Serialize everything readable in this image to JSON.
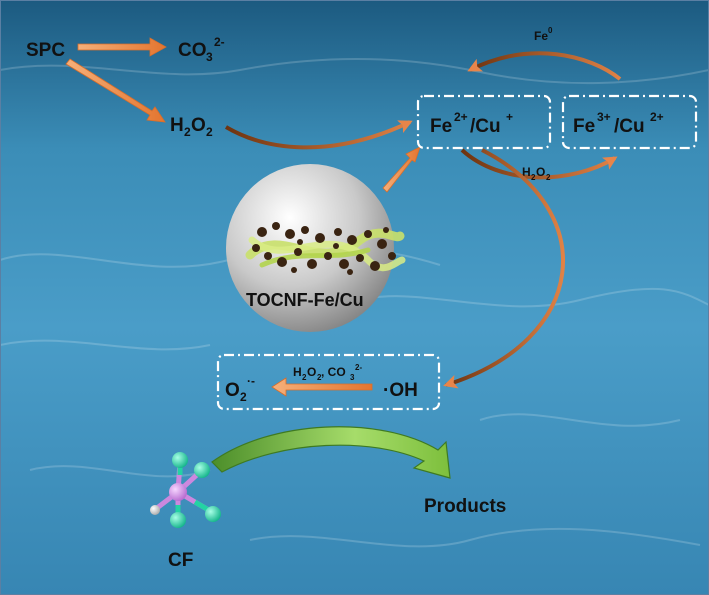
{
  "labels": {
    "spc": "SPC",
    "co3_base": "CO",
    "co3_sub": "3",
    "co3_sup": "2-",
    "h2o2_base": "H",
    "h2o2_sub": "2",
    "h2o2_end": "O",
    "h2o2_end_sub": "2",
    "fe0_base": "Fe",
    "fe0_sup": "0",
    "fe2": "Fe",
    "fe2_sup": "2+",
    "cu1": "/Cu",
    "cu1_sup": "+",
    "fe3": "Fe",
    "fe3_sup": "3+",
    "cu2": "/Cu",
    "cu2_sup": "2+",
    "h2o2_small_base": "H",
    "h2o2_small_sub": "2",
    "h2o2_small_end": "O",
    "h2o2_small_end_sub": "2",
    "catalyst": "TOCNF-Fe/Cu",
    "oh": "·OH",
    "o2_base": "O",
    "o2_sub": "2",
    "o2_sup": "·-",
    "conv_h2o2_base": "H",
    "conv_h2o2_sub": "2",
    "conv_o": "O",
    "conv_o_sub": "2",
    "conv_co3": ", CO",
    "conv_co3_sub": "3",
    "conv_co3_sup": "2-",
    "cf": "CF",
    "products": "Products"
  },
  "colors": {
    "water_top": "#1d5f86",
    "water_bottom": "#3f8fbc",
    "arrow_orange": "#e8854a",
    "arrow_brown": "#8b4a1c",
    "arrow_green": "#7fc241",
    "text_dark": "#111111",
    "box_dash": "#ffffff",
    "atom_green": "#23d3a3",
    "atom_pink": "#d38be6",
    "atom_white": "#dddddd"
  },
  "icons": {
    "catalyst": "fiber-catalyst-sphere-icon",
    "molecule": "cf-molecule-icon"
  }
}
